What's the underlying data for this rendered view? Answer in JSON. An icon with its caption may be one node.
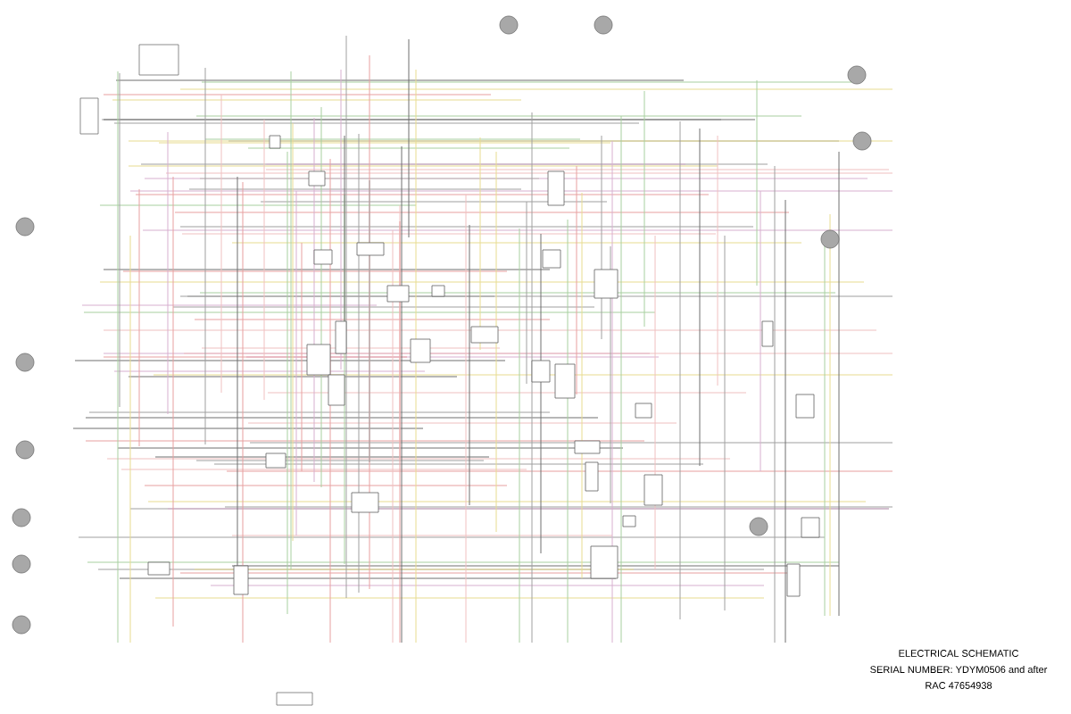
{
  "diagram": {
    "labels": [
      "ELECTRICAL SCHEMATIC",
      "SERIAL NUMBER: YDYM0506 and after",
      "RAC 47654938"
    ]
  }
}
